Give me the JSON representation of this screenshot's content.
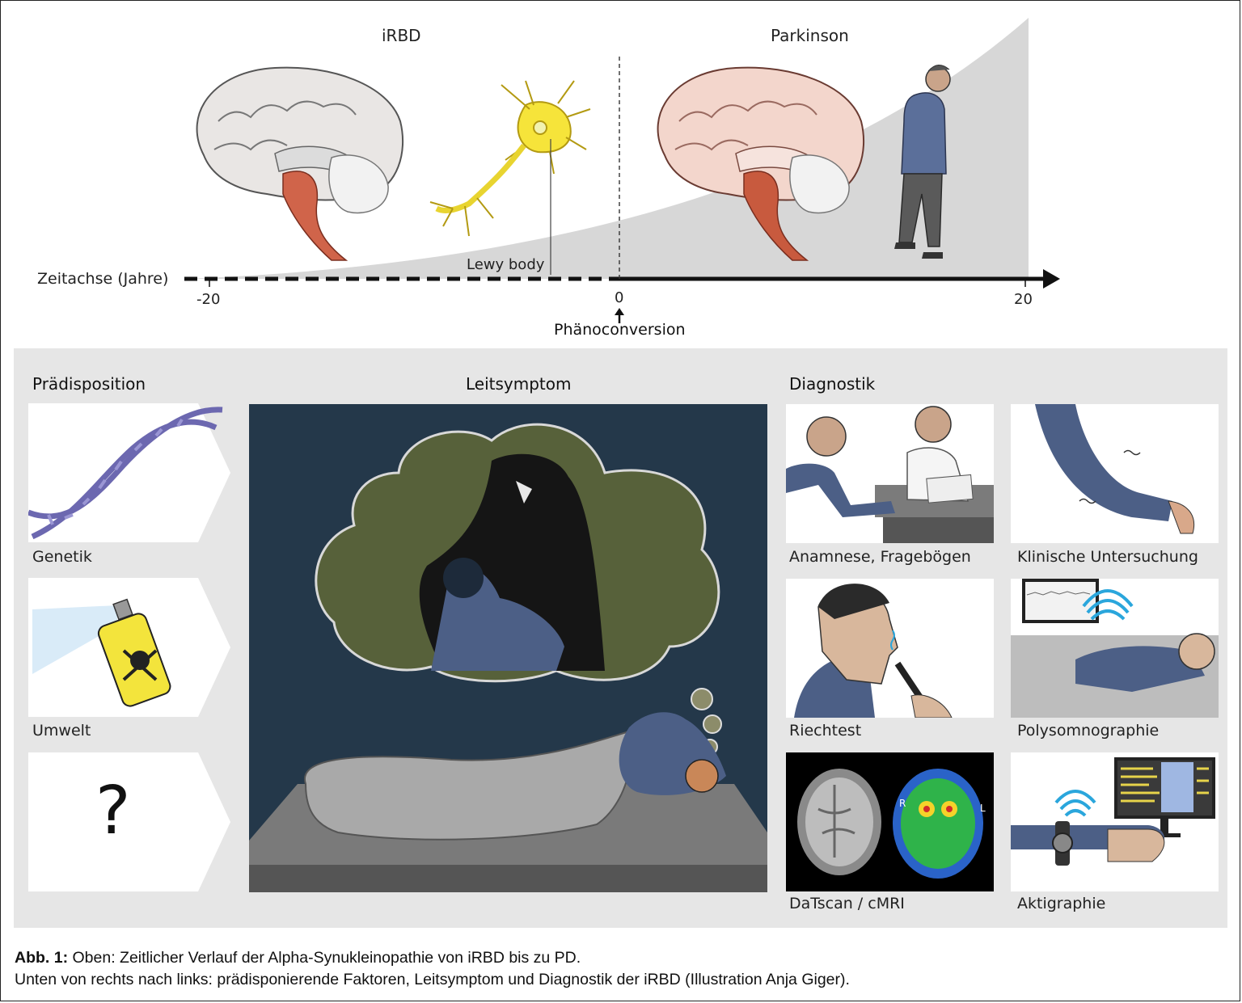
{
  "timeline": {
    "phase_left": "iRBD",
    "phase_right": "Parkinson",
    "axis_label": "Zeitachse (Jahre)",
    "tick_left": "-20",
    "tick_zero": "0",
    "tick_right": "20",
    "lewy_label": "Lewy body",
    "conversion_label": "Phänoconversion"
  },
  "sections": {
    "predisposition": {
      "heading": "Prädisposition",
      "items": [
        "Genetik",
        "Umwelt",
        "?"
      ]
    },
    "leitsymptom": {
      "heading": "Leitsymptom"
    },
    "diagnostik": {
      "heading": "Diagnostik",
      "items": [
        "Anamnese, Fragebögen",
        "Klinische Untersuchung",
        "Riechtest",
        "Polysomnographie",
        "DaTscan / cMRI",
        "Aktigraphie"
      ],
      "scan_left": "R",
      "scan_right": "L"
    }
  },
  "caption": {
    "label": "Abb. 1:",
    "line1": "Oben: Zeitlicher Verlauf der Alpha-Synukleinopathie von iRBD bis zu PD.",
    "line2": "Unten von rechts nach links: prädisponierende Faktoren, Leitsymptom und Diagnostik der iRBD (Illustration Anja Giger)."
  },
  "colors": {
    "panel_bg": "#e6e6e6",
    "night_bg": "#24384a",
    "neuron": "#f6e43a",
    "brain_red": "#d0644a",
    "dna": "#8a86c8",
    "spray_can": "#f3e43c",
    "wifi_blue": "#2aa6dc"
  }
}
